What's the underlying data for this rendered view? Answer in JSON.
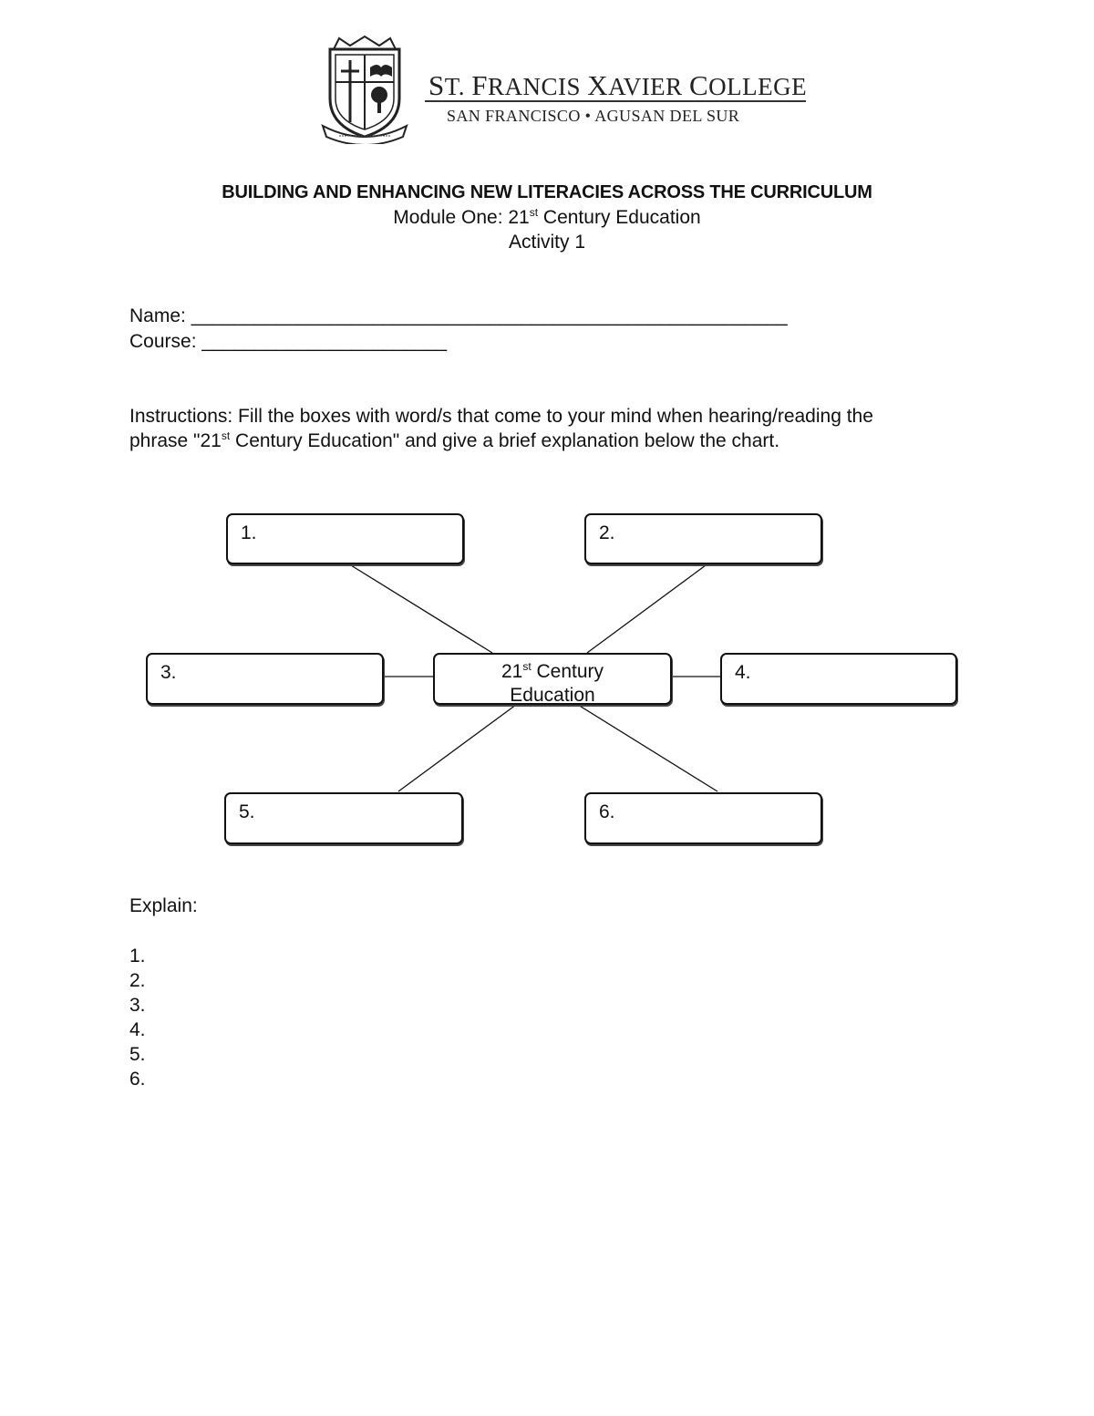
{
  "header": {
    "college_name_parts": [
      {
        "big": "S",
        "rest": "T. "
      },
      {
        "big": "F",
        "rest": "RANCIS "
      },
      {
        "big": "X",
        "rest": "AVIER "
      },
      {
        "big": "C",
        "rest": "OLLEGE"
      }
    ],
    "college_location": "SAN FRANCISCO • AGUSAN DEL SUR",
    "seal_banner_text": "AD MAIOREM DEI GLORIAM"
  },
  "document": {
    "title": "BUILDING AND ENHANCING NEW LITERACIES ACROSS THE CURRICULUM",
    "subtitle_prefix": "Module One: 21",
    "subtitle_sup": "st",
    "subtitle_suffix": " Century Education",
    "activity": "Activity 1"
  },
  "fields": {
    "name_label": "Name:",
    "name_blank": "________________________________________________________",
    "course_label": "Course:",
    "course_blank": "_______________________"
  },
  "instructions": {
    "line1": "Instructions: Fill the boxes with word/s that come to your mind when hearing/reading the",
    "line2_prefix": "phrase \"21",
    "line2_sup": "st",
    "line2_suffix": " Century Education\" and give a brief explanation below the chart."
  },
  "diagram": {
    "center_prefix": "21",
    "center_sup": "st",
    "center_suffix": " Century",
    "center_line2": "Education",
    "boxes": [
      "1.",
      "2.",
      "3.",
      "4.",
      "5.",
      "6."
    ]
  },
  "explain": {
    "label": "Explain:",
    "items": [
      "1.",
      "2.",
      "3.",
      "4.",
      "5.",
      "6."
    ]
  }
}
